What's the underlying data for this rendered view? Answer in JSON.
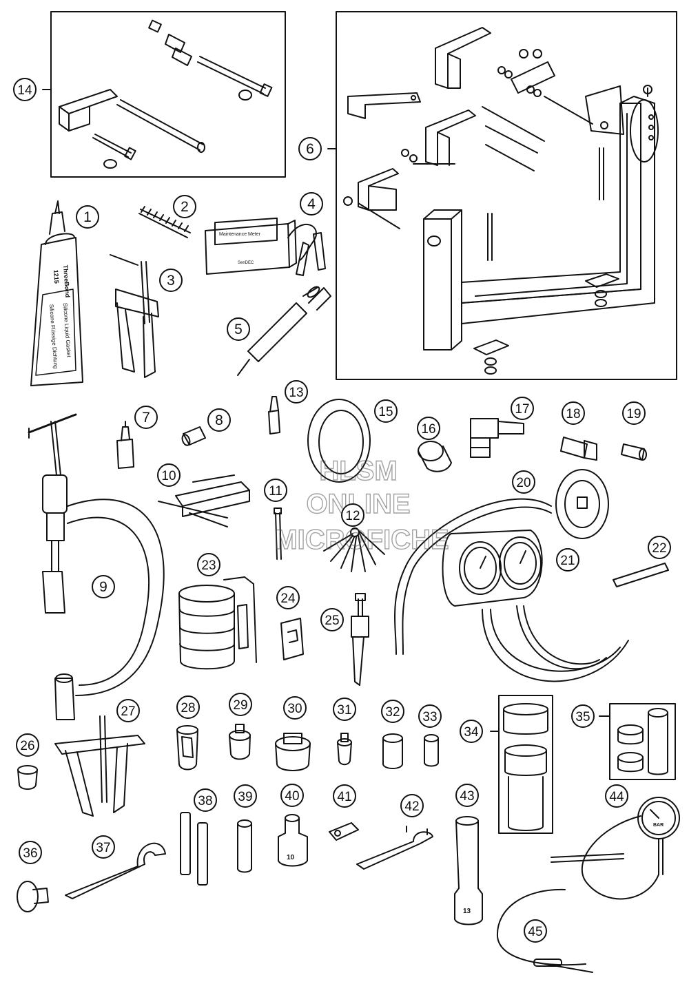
{
  "watermark": {
    "line1": "HLSM",
    "line2": "ONLINE",
    "line3": "MICROFICHE"
  },
  "product_text": {
    "tube_brand": "ThreeBond",
    "tube_code": "1215",
    "tube_desc1": "Silicone Liquid Gasket",
    "tube_desc2": "Silicone Flüssige Dichtung",
    "meter_title": "Maintenance Meter",
    "meter_brand": "SenDEC",
    "gauge_unit": "BAR",
    "socket_40_size": "10",
    "socket_43_size": "13"
  },
  "callouts": [
    {
      "id": "1",
      "label": "1"
    },
    {
      "id": "2",
      "label": "2"
    },
    {
      "id": "3",
      "label": "3"
    },
    {
      "id": "4",
      "label": "4"
    },
    {
      "id": "5",
      "label": "5"
    },
    {
      "id": "6",
      "label": "6"
    },
    {
      "id": "7",
      "label": "7"
    },
    {
      "id": "8",
      "label": "8"
    },
    {
      "id": "9",
      "label": "9"
    },
    {
      "id": "10",
      "label": "10"
    },
    {
      "id": "11",
      "label": "11"
    },
    {
      "id": "12",
      "label": "12"
    },
    {
      "id": "13",
      "label": "13"
    },
    {
      "id": "14",
      "label": "14"
    },
    {
      "id": "15",
      "label": "15"
    },
    {
      "id": "16",
      "label": "16"
    },
    {
      "id": "17",
      "label": "17"
    },
    {
      "id": "18",
      "label": "18"
    },
    {
      "id": "19",
      "label": "19"
    },
    {
      "id": "20",
      "label": "20"
    },
    {
      "id": "21",
      "label": "21"
    },
    {
      "id": "22",
      "label": "22"
    },
    {
      "id": "23",
      "label": "23"
    },
    {
      "id": "24",
      "label": "24"
    },
    {
      "id": "25",
      "label": "25"
    },
    {
      "id": "26",
      "label": "26"
    },
    {
      "id": "27",
      "label": "27"
    },
    {
      "id": "28",
      "label": "28"
    },
    {
      "id": "29",
      "label": "29"
    },
    {
      "id": "30",
      "label": "30"
    },
    {
      "id": "31",
      "label": "31"
    },
    {
      "id": "32",
      "label": "32"
    },
    {
      "id": "33",
      "label": "33"
    },
    {
      "id": "34",
      "label": "34"
    },
    {
      "id": "35",
      "label": "35"
    },
    {
      "id": "36",
      "label": "36"
    },
    {
      "id": "37",
      "label": "37"
    },
    {
      "id": "38",
      "label": "38"
    },
    {
      "id": "39",
      "label": "39"
    },
    {
      "id": "40",
      "label": "40"
    },
    {
      "id": "41",
      "label": "41"
    },
    {
      "id": "42",
      "label": "42"
    },
    {
      "id": "43",
      "label": "43"
    },
    {
      "id": "44",
      "label": "44"
    },
    {
      "id": "45",
      "label": "45"
    }
  ]
}
